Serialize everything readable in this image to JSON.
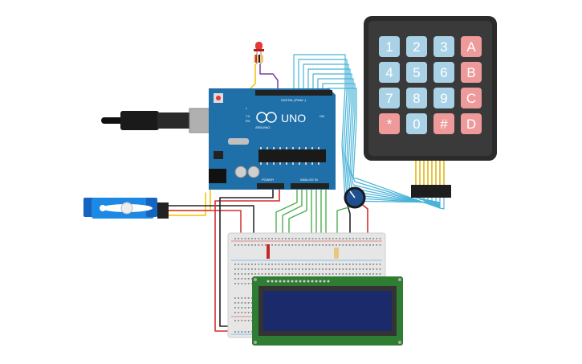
{
  "keypad": {
    "keys": [
      [
        "1",
        "2",
        "3",
        "A"
      ],
      [
        "4",
        "5",
        "6",
        "B"
      ],
      [
        "7",
        "8",
        "9",
        "C"
      ],
      [
        "*",
        "0",
        "#",
        "D"
      ]
    ]
  },
  "arduino": {
    "model": "UNO",
    "brand": "ARDUINO",
    "digital_label": "DIGITAL (PWM~)",
    "analog_label": "ANALOG IN",
    "power_label": "POWER",
    "tx_label": "TX",
    "rx_label": "RX",
    "l_label": "L",
    "on_label": "ON"
  },
  "colors": {
    "keypad_body": "#2b2b2b",
    "key_blue": "#a9d2e6",
    "key_red": "#ef9a9a",
    "board": "#1f6fa8",
    "wire_cyan": "#4ab3d8",
    "wire_green": "#4caf50",
    "wire_red": "#d32f2f",
    "wire_yellow": "#f2c200",
    "wire_purple": "#7b3fa0",
    "lcd_screen": "#1b2a6b",
    "lcd_body": "#2e7d32"
  }
}
